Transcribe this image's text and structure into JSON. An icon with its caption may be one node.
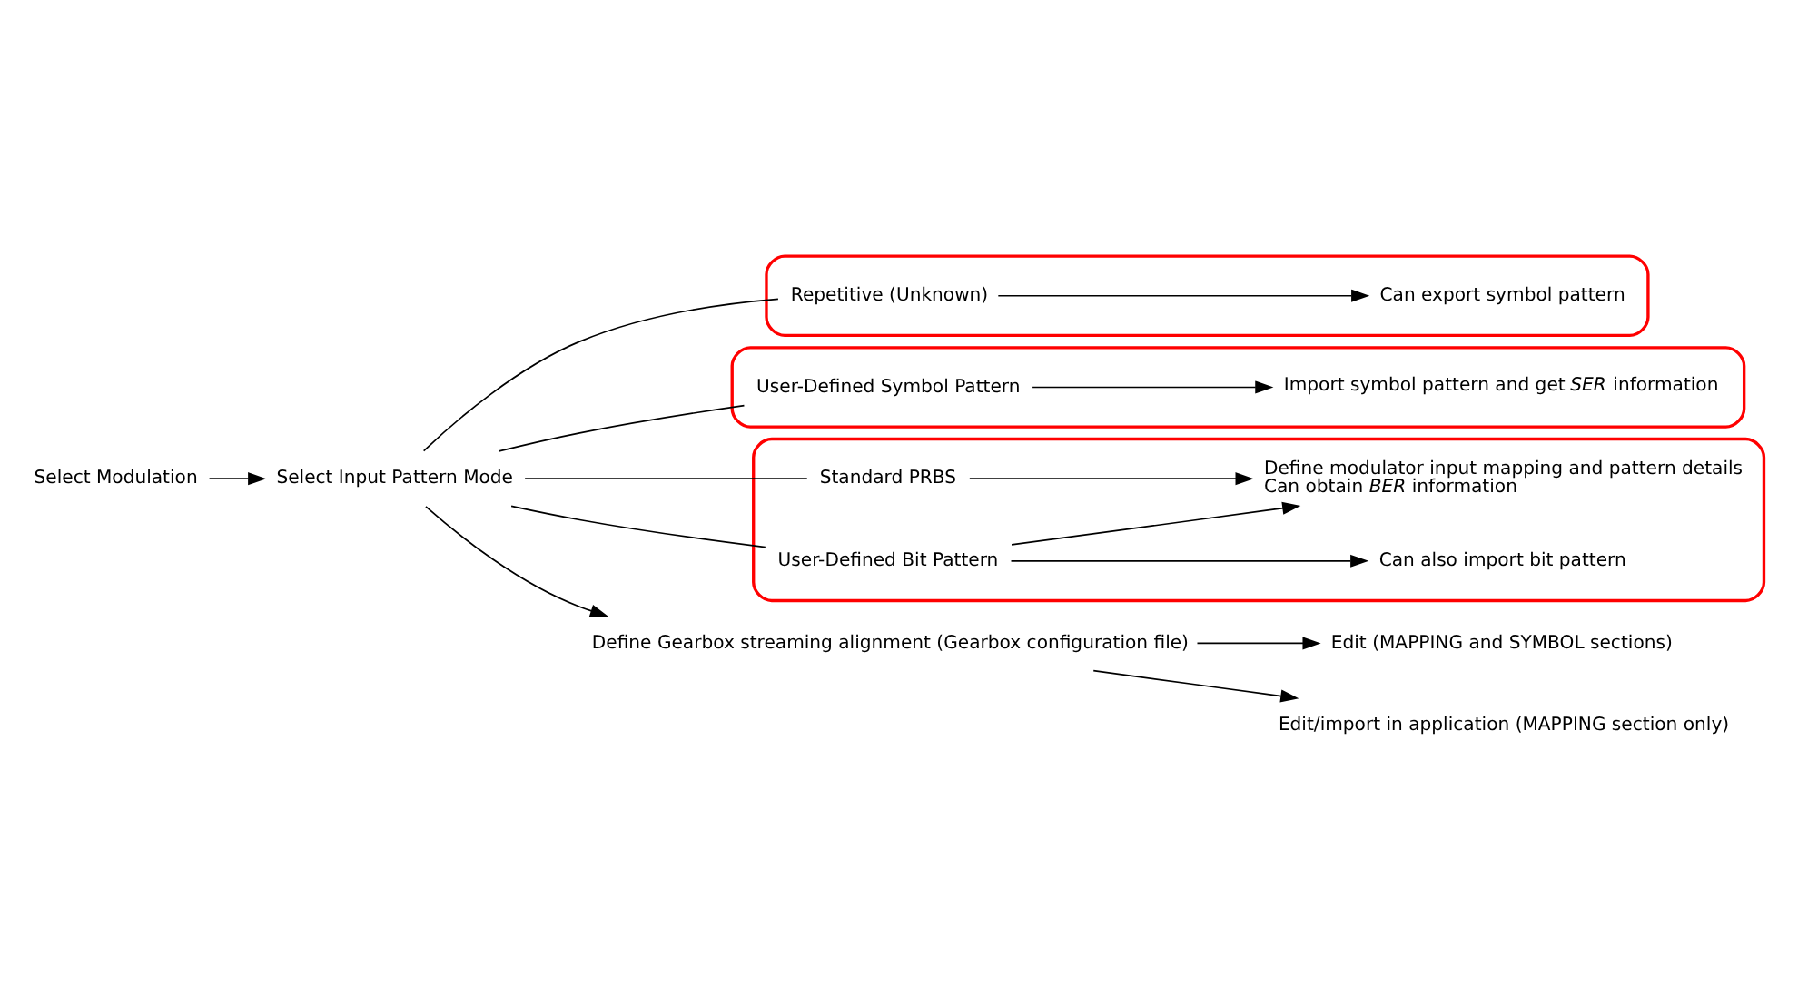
{
  "diagram": {
    "nodes": [
      {
        "text": [
          "Select Modulation"
        ]
      },
      {
        "text": [
          "Select Input Pattern Mode"
        ]
      },
      {
        "text": [],
        "shape": "box"
      },
      {
        "text": [
          "Repetitive (Unknown)"
        ],
        "in": 2
      },
      {
        "text": [
          "Can export symbol pattern"
        ],
        "in": 2
      },
      {
        "text": [],
        "shape": "box"
      },
      {
        "text": [
          "User-Defined Symbol Pattern"
        ],
        "in": 5
      },
      {
        "text": [
          "Import symbol pattern and get *SER* information"
        ],
        "in": 5
      },
      {
        "text": [],
        "shape": "box"
      },
      {
        "text": [
          "Standard PRBS"
        ],
        "in": 8
      },
      {
        "text": [
          "Define modulator input mapping and pattern details",
          "Can obtain *BER* information"
        ],
        "in": 8
      },
      {
        "text": [
          "User-Defined Bit Pattern"
        ],
        "in": 8
      },
      {
        "text": [
          "Can also import bit pattern"
        ],
        "in": 8
      },
      {
        "text": [
          "Define Gearbox streaming alignment (Gearbox configuration file)"
        ]
      },
      {
        "text": [
          "Edit (MAPPING and SYMBOL sections)"
        ]
      },
      {
        "text": [
          "Edit/import in application (MAPPING section only)"
        ]
      }
    ],
    "edges": [
      {
        "from": 0,
        "to": 1,
        "arrow": "to"
      },
      {
        "from": 1,
        "to": 3,
        "arrow": "none"
      },
      {
        "from": 1,
        "to": 6,
        "arrow": "none"
      },
      {
        "from": 1,
        "to": 9,
        "arrow": "none"
      },
      {
        "from": 1,
        "to": 11,
        "arrow": "none"
      },
      {
        "from": 1,
        "to": 13,
        "arrow": "to"
      },
      {
        "from": 3,
        "to": 4,
        "arrow": "to"
      },
      {
        "from": 6,
        "to": 7,
        "arrow": "to"
      },
      {
        "from": 9,
        "to": 10,
        "arrow": "to"
      },
      {
        "from": 11,
        "to": 10,
        "arrow": "to"
      },
      {
        "from": 11,
        "to": 12,
        "arrow": "to"
      },
      {
        "from": 13,
        "to": 14,
        "arrow": "to"
      },
      {
        "from": 13,
        "to": 15,
        "arrow": "to"
      }
    ]
  }
}
